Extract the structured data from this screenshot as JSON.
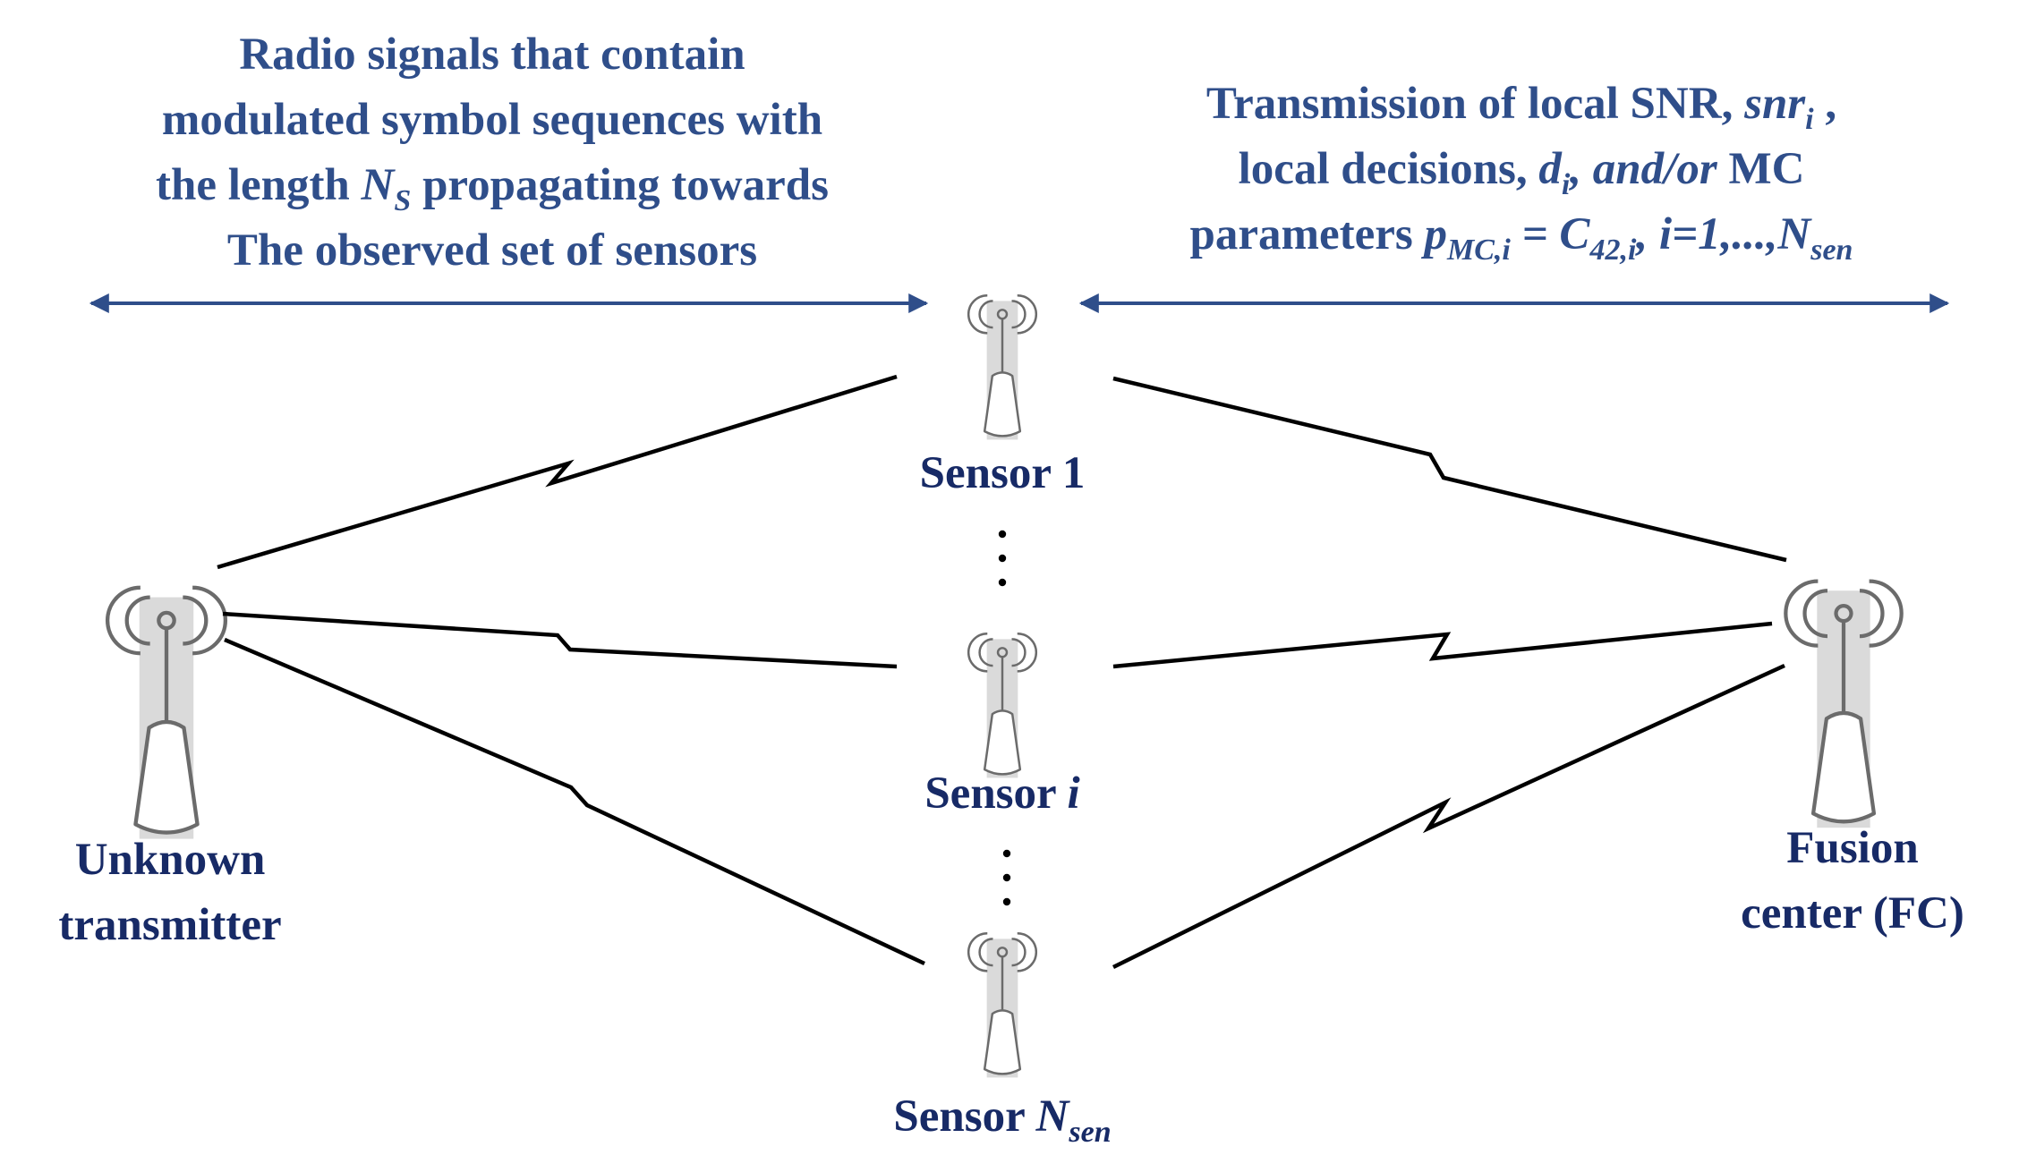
{
  "captions": {
    "left": {
      "line1": "Radio signals that contain",
      "line2": "modulated symbol sequences with",
      "line3_pre": "the length ",
      "line3_var": "N",
      "line3_sub": "S",
      "line3_post": " propagating towards",
      "line4": "The observed set of sensors"
    },
    "right": {
      "line1_pre": "Transmission of local SNR, ",
      "line1_var": "snr",
      "line1_sub": "i",
      "line1_post": " ,",
      "line2_pre": "local decisions, ",
      "line2_var": "d",
      "line2_sub": "i",
      "line2_mid": ", and/or",
      "line2_post": " MC",
      "line3_pre": "parameters ",
      "line3_p": "p",
      "line3_p_sub": "MC,i",
      "line3_eq": " = C",
      "line3_c_sub": "42,i",
      "line3_rest": ", i=1,...,N",
      "line3_n_sub": "sen"
    }
  },
  "nodes": {
    "sensor_1": {
      "label": "Sensor 1"
    },
    "sensor_i": {
      "label_pre": "Sensor ",
      "label_var": "i"
    },
    "sensor_n": {
      "label_pre": "Sensor ",
      "label_var": "N",
      "label_sub": "sen"
    },
    "unknown_transmitter": {
      "line1": "Unknown",
      "line2": "transmitter"
    },
    "fusion_center": {
      "line1": "Fusion",
      "line2": "center (FC)"
    }
  },
  "colors": {
    "caption_blue": "#2f4e8a",
    "label_navy": "#172a66",
    "arrow_blue": "#2f4e8a",
    "link_black": "#000000",
    "antenna_gray": "#6b6b6b",
    "antenna_bg": "#dadada"
  },
  "icons": [
    "antenna-tower-icon",
    "double-arrow-icon",
    "lightning-link-icon",
    "ellipsis-dots-icon"
  ]
}
